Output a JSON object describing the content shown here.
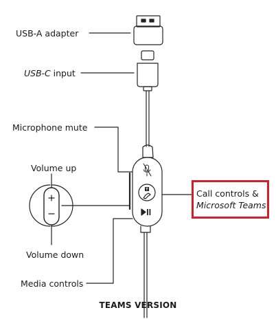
{
  "labels": {
    "usb_a": "USB-A adapter",
    "usb_c_prefix": "USB-C",
    "usb_c_suffix": " input",
    "mic_mute": "Microphone mute",
    "volume_up": "Volume up",
    "volume_down": "Volume down",
    "media_controls": "Media controls",
    "call_controls_line1": "Call controls &",
    "call_controls_line2": "Microsoft Teams"
  },
  "caption": "TEAMS VERSION",
  "colors": {
    "line": "#222222",
    "callout_border": "#d0202a"
  },
  "icons": [
    "microphone-mute-icon",
    "teams-logo-icon",
    "phone-icon",
    "play-pause-icon",
    "plus-icon",
    "minus-icon"
  ]
}
